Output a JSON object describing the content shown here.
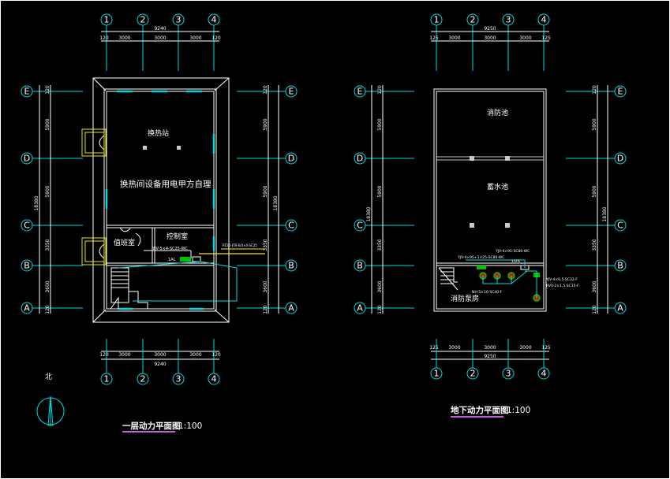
{
  "left_plan": {
    "axis_numbers": [
      "1",
      "2",
      "3",
      "4"
    ],
    "axis_letters": [
      "E",
      "D",
      "C",
      "B",
      "A"
    ],
    "top_total": "9240",
    "top_dims": [
      "120",
      "3000",
      "3000",
      "3000",
      "120"
    ],
    "bottom_total": "9240",
    "bottom_dims": [
      "120",
      "3000",
      "3000",
      "3000",
      "120"
    ],
    "left_total": "18380",
    "left_dims": [
      "120",
      "5900",
      "5900",
      "3350",
      "3600",
      "120"
    ],
    "right_total": "18380",
    "right_dims": [
      "120",
      "5900",
      "5900",
      "3350",
      "3600",
      "120"
    ],
    "room_top_label": "换热站",
    "room_main_label": "换热间设备用电甲方自理",
    "room_small_left": "值班室",
    "room_small_right": "控制室",
    "cable_label": "YJV-5×4-SC25-WC",
    "cable_label_right": "PZ30-JTR-6/4×4-SC25",
    "panel_label": "1AL",
    "title": "一层动力平面图",
    "scale": "1:100",
    "north": "北"
  },
  "right_plan": {
    "axis_numbers": [
      "1",
      "2",
      "3",
      "4"
    ],
    "axis_letters": [
      "E",
      "D",
      "C",
      "B",
      "A"
    ],
    "top_total": "9250",
    "top_dims": [
      "125",
      "3000",
      "3000",
      "3000",
      "125"
    ],
    "bottom_total": "9250",
    "bottom_dims": [
      "125",
      "3000",
      "3000",
      "3000",
      "125"
    ],
    "left_total": "18380",
    "left_dims": [
      "120",
      "5900",
      "5900",
      "3350",
      "3600",
      "120"
    ],
    "right_total": "18380",
    "right_dims": [
      "120",
      "5900",
      "5900",
      "3350",
      "3600",
      "120"
    ],
    "room_top_label": "消防池",
    "room_mid_label": "蓄水池",
    "room_bottom_label": "消防泵房",
    "cable_a": "YJV-4×95+1×25-SC80-WC",
    "cable_b": "YJV-4×95-SC80-WC",
    "cable_c": "NH-5×10-SC40-F",
    "cable_d": "YJV-4×6,5-SC32-F",
    "cable_e": "RVV-2×1,5-SC15-F",
    "panel_label": "1APE",
    "title": "地下动力平面图",
    "scale": "1:100"
  },
  "colors": {
    "background": "#000000",
    "axis": "#00d8e0",
    "wall": "#ffffff",
    "title_underline": "#c060e0",
    "cable_yellow": "#f0f000",
    "cable_green": "#00c000",
    "cable_cyan": "#00e0e0"
  }
}
